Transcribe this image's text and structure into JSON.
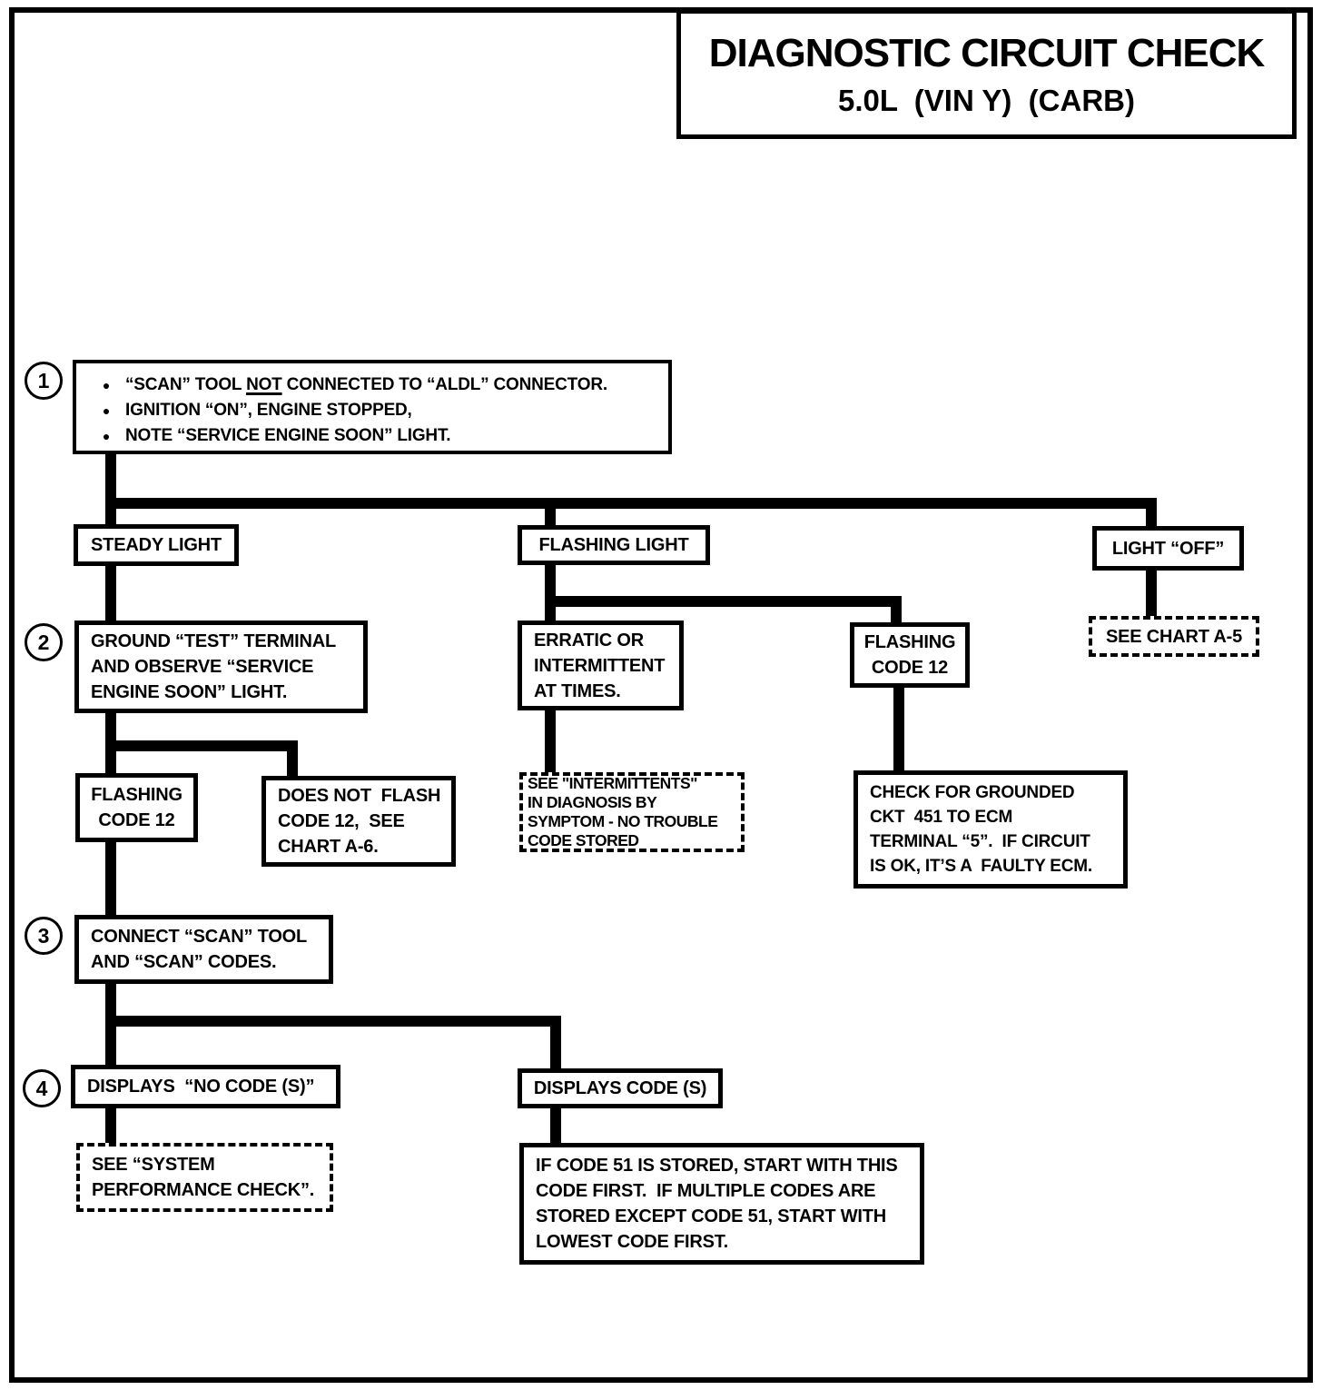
{
  "title": {
    "heading": "DIAGNOSTIC CIRCUIT CHECK",
    "subheading": "5.0L  (VIN Y)  (CARB)"
  },
  "glyphs": {
    "bullet": "●"
  },
  "markers": {
    "step1": "1",
    "step2": "2",
    "step3": "3",
    "step4": "4"
  },
  "nodes": {
    "start": {
      "bullet1_pre": "“SCAN” TOOL ",
      "bullet1_underlined": "NOT",
      "bullet1_post": " CONNECTED TO “ALDL” CONNECTOR.",
      "bullet2": "IGNITION “ON”, ENGINE STOPPED,",
      "bullet3": "NOTE “SERVICE ENGINE SOON” LIGHT."
    },
    "steady_light": {
      "label": "STEADY LIGHT"
    },
    "flashing_light": {
      "label": "FLASHING LIGHT"
    },
    "light_off": {
      "label": "LIGHT “OFF”"
    },
    "see_chart_a5": {
      "label": "SEE CHART A-5"
    },
    "ground_test": {
      "lines": [
        "GROUND “TEST” TERMINAL",
        "AND OBSERVE “SERVICE",
        "ENGINE SOON” LIGHT."
      ]
    },
    "flashing_code_12_left": {
      "lines": [
        "FLASHING",
        "CODE 12"
      ]
    },
    "does_not_flash": {
      "lines": [
        "DOES NOT  FLASH",
        "CODE 12,  SEE",
        "CHART A-6."
      ]
    },
    "erratic": {
      "lines": [
        "ERRATIC OR",
        "INTERMITTENT",
        "AT TIMES."
      ]
    },
    "flashing_code_12_right": {
      "lines": [
        "FLASHING",
        "CODE 12"
      ]
    },
    "see_intermittents": {
      "lines": [
        "SEE \"INTERMITTENTS\"",
        "IN DIAGNOSIS BY",
        "SYMPTOM - NO TROUBLE",
        "CODE STORED"
      ]
    },
    "check_grounded": {
      "lines": [
        "CHECK FOR GROUNDED",
        "CKT  451 TO ECM",
        "TERMINAL “5”.  IF CIRCUIT",
        "IS OK, IT’S A  FAULTY ECM."
      ]
    },
    "connect_scan": {
      "lines": [
        "CONNECT “SCAN” TOOL",
        "AND “SCAN” CODES."
      ]
    },
    "displays_no_codes": {
      "label": "DISPLAYS  “NO CODE (S)”"
    },
    "displays_codes": {
      "label": "DISPLAYS CODE (S)"
    },
    "system_performance": {
      "lines": [
        "SEE “SYSTEM",
        "PERFORMANCE CHECK”."
      ]
    },
    "code_51": {
      "lines": [
        "IF CODE 51 IS STORED, START WITH THIS",
        "CODE FIRST.  IF MULTIPLE CODES ARE",
        "STORED EXCEPT CODE 51, START WITH",
        "LOWEST CODE FIRST."
      ]
    }
  }
}
